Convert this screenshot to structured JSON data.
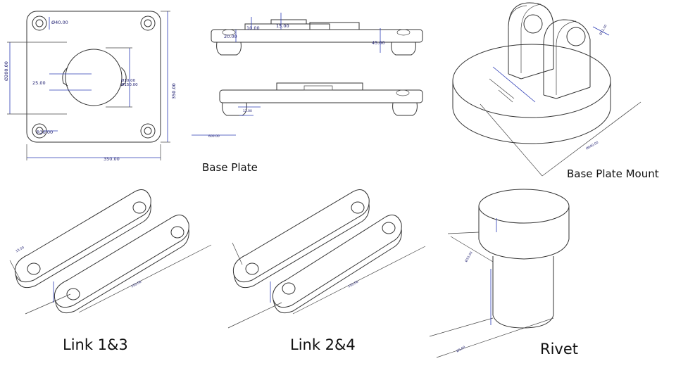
{
  "captions": {
    "base_plate": "Base Plate",
    "base_plate_mount": "Base Plate Mount",
    "link_13": "Link 1&3",
    "link_24": "Link 2&4",
    "rivet": "Rivet"
  },
  "dimensions": {
    "hole_dia": "Ø40.00",
    "circle_dia": "Ø200.00",
    "offset": "25.00",
    "side_height": "350.00",
    "bottom_width": "350.00",
    "radius": "R30.00",
    "slot_dia": "Ø10.00",
    "slot_dia_2": "Ø150.00",
    "front_h1": "10.00",
    "front_h2": "15.00",
    "front_h3": "20.00",
    "front_h4": "45.00",
    "low_w": "600.00",
    "mount_dia": "Ø12.00"
  },
  "colors": {
    "line": "#333333",
    "dimension": "#2b3bb5"
  }
}
